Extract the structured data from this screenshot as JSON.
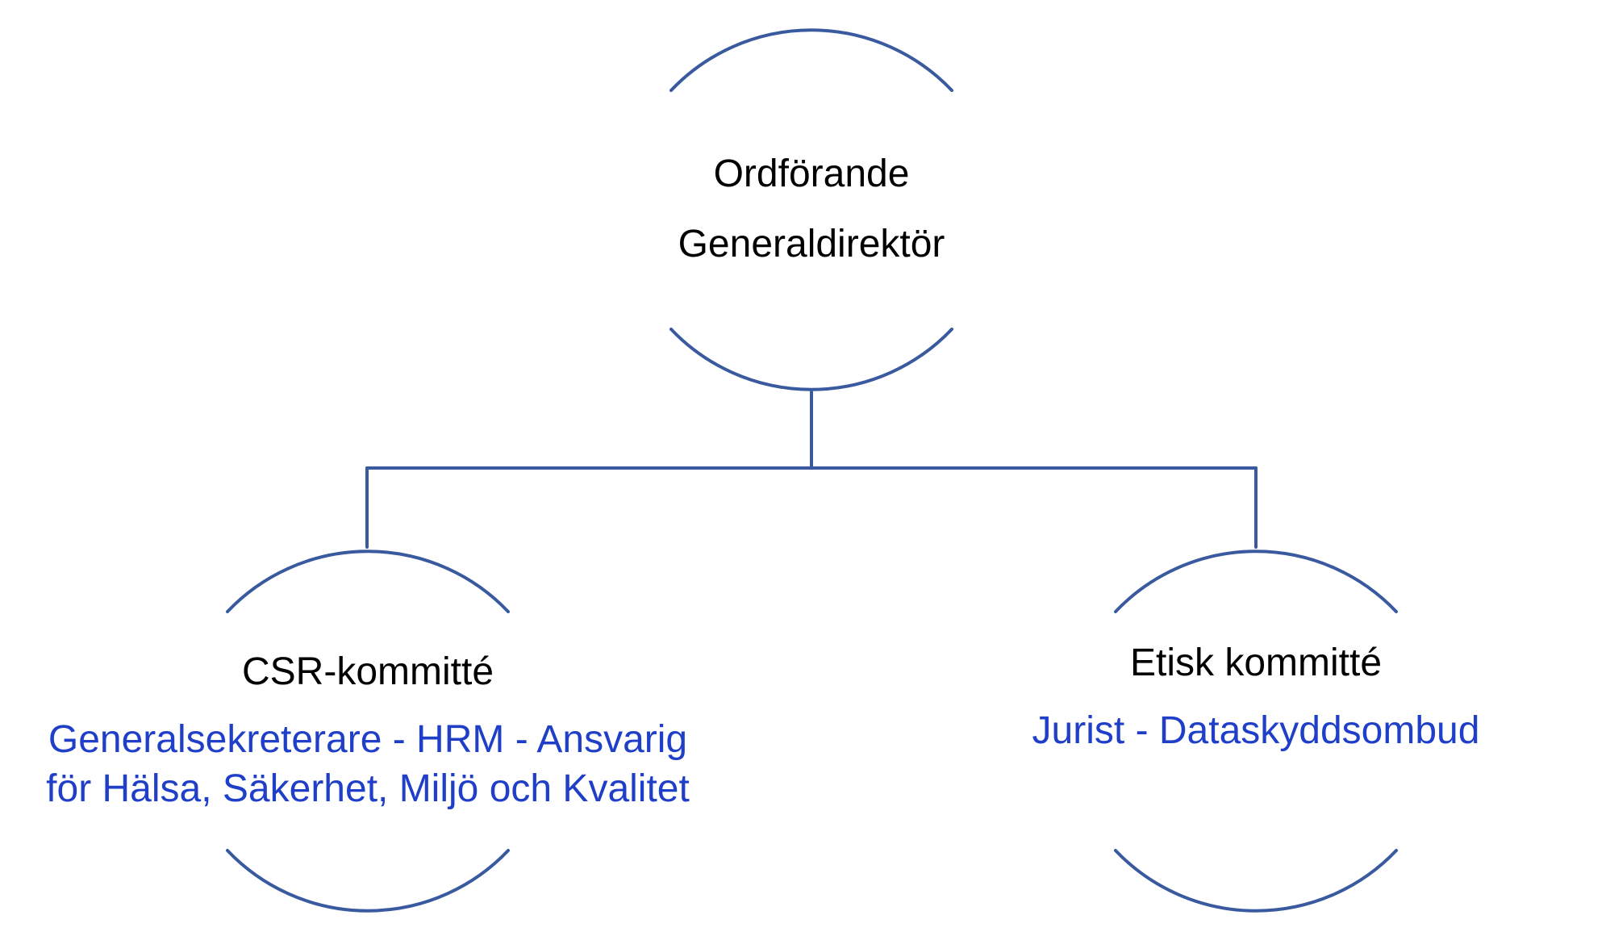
{
  "colors": {
    "connector": "#3a5aa0",
    "title_text": "#000000",
    "subtitle_text": "#1f3fc8"
  },
  "nodes": {
    "top": {
      "line1": "Ordförande",
      "line2": "Generaldirektör"
    },
    "left": {
      "title": "CSR-kommitté",
      "subtitle_line1": "Generalsekreterare - HRM - Ansvarig",
      "subtitle_line2": "för Hälsa, Säkerhet, Miljö och Kvalitet"
    },
    "right": {
      "title": "Etisk kommitté",
      "subtitle_line1": "Jurist - Dataskyddsombud"
    }
  }
}
